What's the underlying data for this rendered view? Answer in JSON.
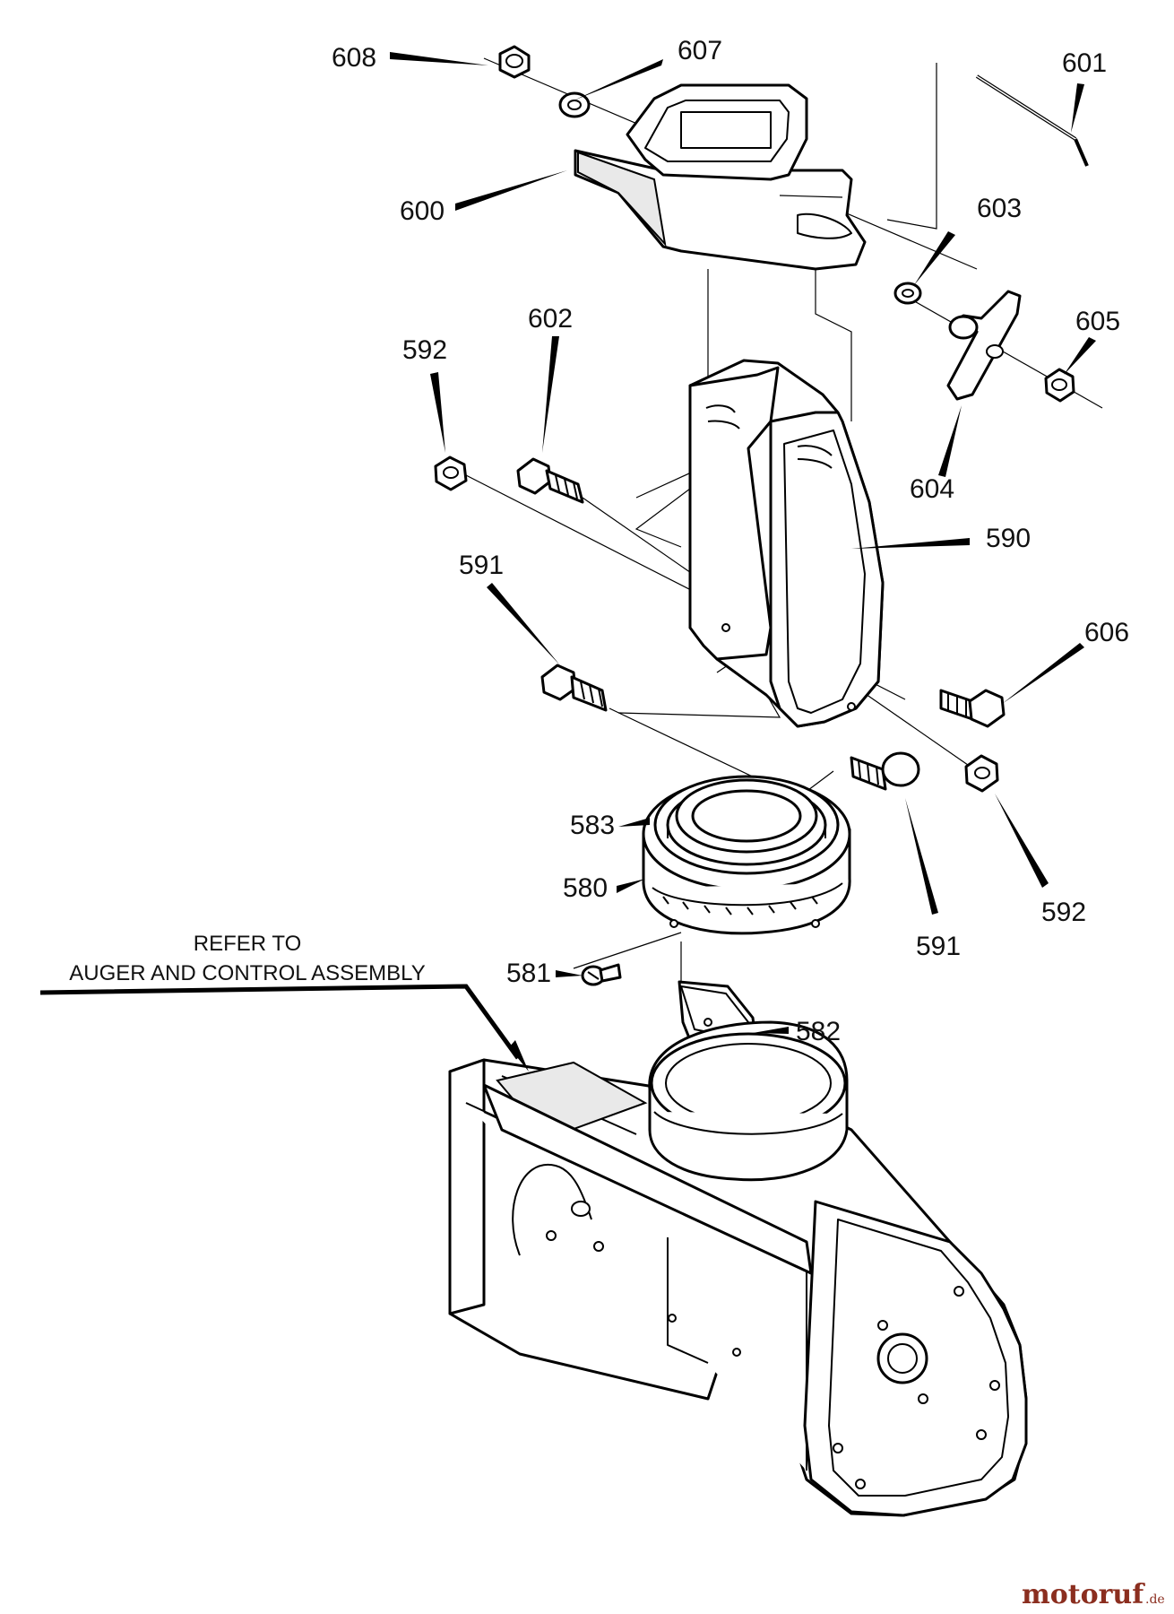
{
  "callouts": {
    "p608": "608",
    "p607": "607",
    "p601": "601",
    "p600": "600",
    "p603": "603",
    "p602": "602",
    "p592a": "592",
    "p605": "605",
    "p604": "604",
    "p590": "590",
    "p591a": "591",
    "p606": "606",
    "p583": "583",
    "p580": "580",
    "p592b": "592",
    "p591b": "591",
    "p581": "581",
    "p582": "582"
  },
  "reference_note": {
    "line1": "REFER TO",
    "line2": "AUGER AND CONTROL ASSEMBLY"
  },
  "watermark": {
    "brand": "motoruf",
    "tld": ".de"
  },
  "colors": {
    "line": "#000000",
    "background": "#ffffff",
    "watermark": "#8b2e1f"
  }
}
